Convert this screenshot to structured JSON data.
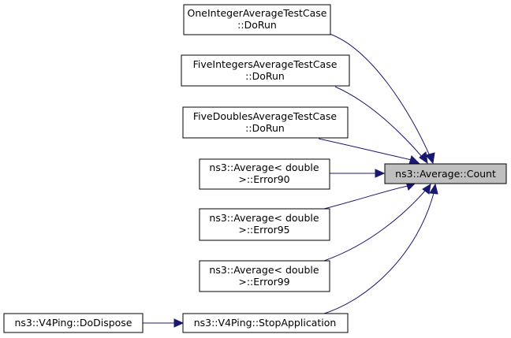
{
  "diagram": {
    "focus_label": "ns3::Average::Count",
    "callers": {
      "one_integer": [
        "OneIntegerAverageTestCase",
        "::DoRun"
      ],
      "five_integers": [
        "FiveIntegersAverageTestCase",
        "::DoRun"
      ],
      "five_doubles": [
        "FiveDoublesAverageTestCase",
        "::DoRun"
      ],
      "error90": [
        "ns3::Average< double",
        ">::Error90"
      ],
      "error95": [
        "ns3::Average< double",
        ">::Error95"
      ],
      "error99": [
        "ns3::Average< double",
        ">::Error99"
      ],
      "stop_application": [
        "ns3::V4Ping::StopApplication"
      ],
      "do_dispose": [
        "ns3::V4Ping::DoDispose"
      ]
    },
    "edge_color": "#191970",
    "focus_fill": "#bfbfbf"
  }
}
